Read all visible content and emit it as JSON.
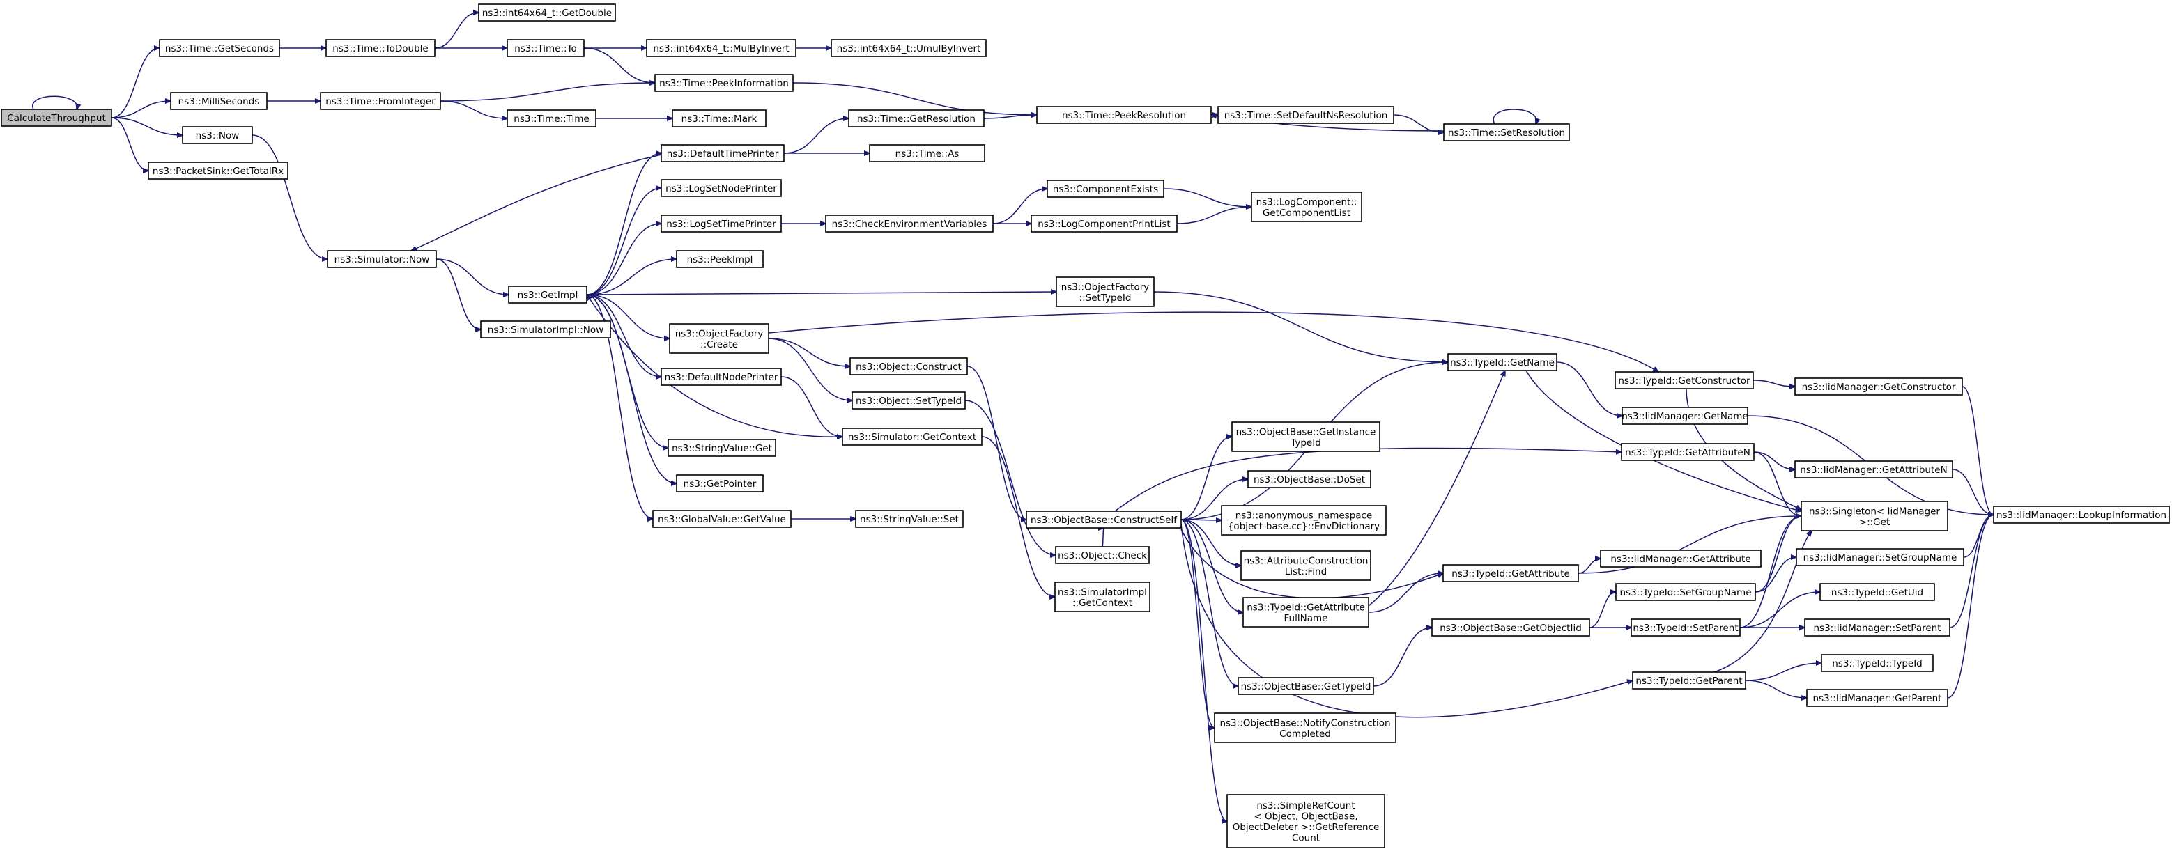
{
  "nodes": {
    "n0": [
      "CalculateThroughput"
    ],
    "n1": [
      "ns3::Time::GetSeconds"
    ],
    "n2": [
      "ns3::MilliSeconds"
    ],
    "n3": [
      "ns3::Now"
    ],
    "n4": [
      "ns3::PacketSink::GetTotalRx"
    ],
    "n5": [
      "ns3::Time::ToDouble"
    ],
    "n6": [
      "ns3::int64x64_t::GetDouble"
    ],
    "n7": [
      "ns3::Time::To"
    ],
    "n8": [
      "ns3::int64x64_t::MulByInvert"
    ],
    "n9": [
      "ns3::int64x64_t::UmulByInvert"
    ],
    "n10": [
      "ns3::Time::PeekInformation"
    ],
    "n11": [
      "ns3::Time::FromInteger"
    ],
    "n12": [
      "ns3::Time::Time"
    ],
    "n13": [
      "ns3::Time::Mark"
    ],
    "n14": [
      "ns3::Time::PeekResolution"
    ],
    "n15": [
      "ns3::Time::SetDefaultNsResolution"
    ],
    "n16": [
      "ns3::Time::SetResolution"
    ],
    "n17": [
      "ns3::Time::GetResolution"
    ],
    "n18": [
      "ns3::DefaultTimePrinter"
    ],
    "n19": [
      "ns3::Time::As"
    ],
    "n20": [
      "ns3::Simulator::Now"
    ],
    "n21": [
      "ns3::GetImpl"
    ],
    "n22": [
      "ns3::SimulatorImpl::Now"
    ],
    "n23": [
      "ns3::LogSetNodePrinter"
    ],
    "n24": [
      "ns3::LogSetTimePrinter"
    ],
    "n25": [
      "ns3::CheckEnvironmentVariables"
    ],
    "n26": [
      "ns3::ComponentExists"
    ],
    "n27": [
      "ns3::LogComponentPrintList"
    ],
    "n28": [
      "ns3::LogComponent::",
      "GetComponentList"
    ],
    "n29": [
      "ns3::PeekImpl"
    ],
    "n30": [
      "ns3::ObjectFactory",
      "::SetTypeId"
    ],
    "n31": [
      "ns3::ObjectFactory",
      "::Create"
    ],
    "n32": [
      "ns3::Object::Construct"
    ],
    "n33": [
      "ns3::TypeId::GetName"
    ],
    "n34": [
      "ns3::TypeId::GetConstructor"
    ],
    "n35": [
      "ns3::IidManager::GetConstructor"
    ],
    "n36": [
      "ns3::DefaultNodePrinter"
    ],
    "n37": [
      "ns3::Object::SetTypeId"
    ],
    "n38": [
      "ns3::IidManager::GetName"
    ],
    "n39": [
      "ns3::Simulator::GetContext"
    ],
    "n40": [
      "ns3::StringValue::Get"
    ],
    "n41": [
      "ns3::ObjectBase::GetInstance",
      "TypeId"
    ],
    "n42": [
      "ns3::TypeId::GetAttributeN"
    ],
    "n43": [
      "ns3::IidManager::GetAttributeN"
    ],
    "n44": [
      "ns3::GetPointer"
    ],
    "n45": [
      "ns3::ObjectBase::DoSet"
    ],
    "n46": [
      "ns3::GlobalValue::GetValue"
    ],
    "n47": [
      "ns3::StringValue::Set"
    ],
    "n48": [
      "ns3::ObjectBase::ConstructSelf"
    ],
    "n49": [
      "ns3::anonymous_namespace",
      "{object-base.cc}::EnvDictionary"
    ],
    "n50": [
      "ns3::Singleton< IidManager",
      " >::Get"
    ],
    "n51": [
      "ns3::IidManager::LookupInformation"
    ],
    "n52": [
      "ns3::Object::Check"
    ],
    "n53": [
      "ns3::AttributeConstruction",
      "List::Find"
    ],
    "n54": [
      "ns3::TypeId::GetAttribute"
    ],
    "n55": [
      "ns3::IidManager::GetAttribute"
    ],
    "n56": [
      "ns3::IidManager::SetGroupName"
    ],
    "n57": [
      "ns3::SimulatorImpl",
      "::GetContext"
    ],
    "n58": [
      "ns3::TypeId::GetAttribute",
      "FullName"
    ],
    "n59": [
      "ns3::TypeId::SetGroupName"
    ],
    "n60": [
      "ns3::TypeId::GetUid"
    ],
    "n61": [
      "ns3::ObjectBase::GetObjectIid"
    ],
    "n62": [
      "ns3::TypeId::SetParent"
    ],
    "n63": [
      "ns3::IidManager::SetParent"
    ],
    "n64": [
      "ns3::TypeId::TypeId"
    ],
    "n65": [
      "ns3::TypeId::GetParent"
    ],
    "n66": [
      "ns3::ObjectBase::GetTypeId"
    ],
    "n67": [
      "ns3::IidManager::GetParent"
    ],
    "n68": [
      "ns3::ObjectBase::NotifyConstruction",
      "Completed"
    ],
    "n69": [
      "ns3::SimpleRefCount",
      "< Object, ObjectBase,",
      " ObjectDeleter >::GetReference",
      "Count"
    ]
  }
}
